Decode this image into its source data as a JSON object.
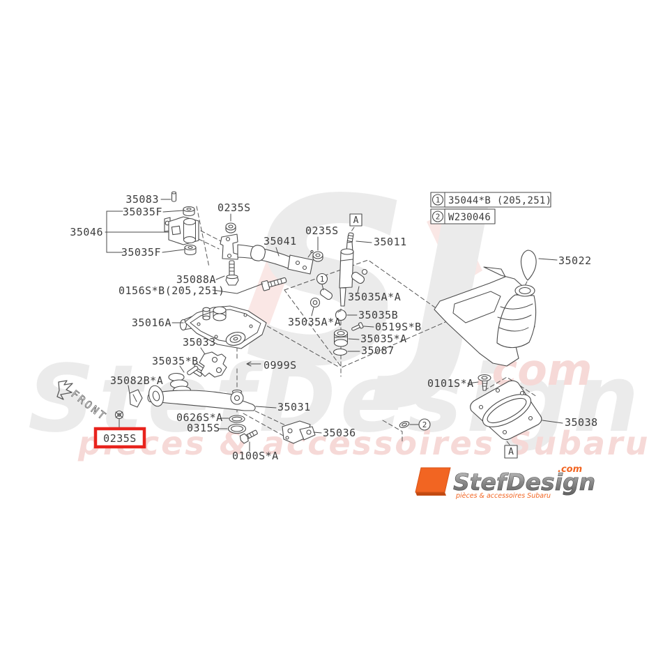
{
  "legend": {
    "rows": [
      {
        "index": "1",
        "code": "35044*B (205,251)"
      },
      {
        "index": "2",
        "code": "W230046"
      }
    ]
  },
  "front_label": "FRONT",
  "ref_a": "A",
  "highlight": {
    "code": "0235S",
    "box_color": "#e8231d"
  },
  "parts": {
    "p35083": "35083",
    "p35035f_top": "35035F",
    "p35046": "35046",
    "p35035f_bot": "35035F",
    "p0235s_top": "0235S",
    "p35041": "35041",
    "p0235s_mid": "0235S",
    "p35011": "35011",
    "p35088a": "35088A",
    "p0156sb": "0156S*B(205,251)",
    "p35016a": "35016A",
    "p35033": "35033",
    "p35035b_star": "35035*B",
    "p35035aa_left": "35035A*A",
    "p35035aa_right": "35035A*A",
    "p35035b": "35035B",
    "p0519sb": "0519S*B",
    "p35035a_star": "35035*A",
    "p35087": "35087",
    "p0999s": "0999S",
    "p35082ba": "35082B*A",
    "p35031": "35031",
    "p0626sa": "0626S*A",
    "p0315s": "0315S",
    "p35036": "35036",
    "p0100sa": "0100S*A",
    "p0101sa": "0101S*A",
    "p35038": "35038",
    "p35022": "35022"
  },
  "watermark": {
    "monogram": "SJ",
    "brand": "StefDesign",
    "com": ".com",
    "tagline": "pièces & accessoires Subaru"
  },
  "logo": {
    "monogram": "SJ",
    "brand": "StefDesign",
    "com": ".com",
    "tagline": "pièces & accessoires Subaru",
    "accent_color": "#f26522"
  }
}
